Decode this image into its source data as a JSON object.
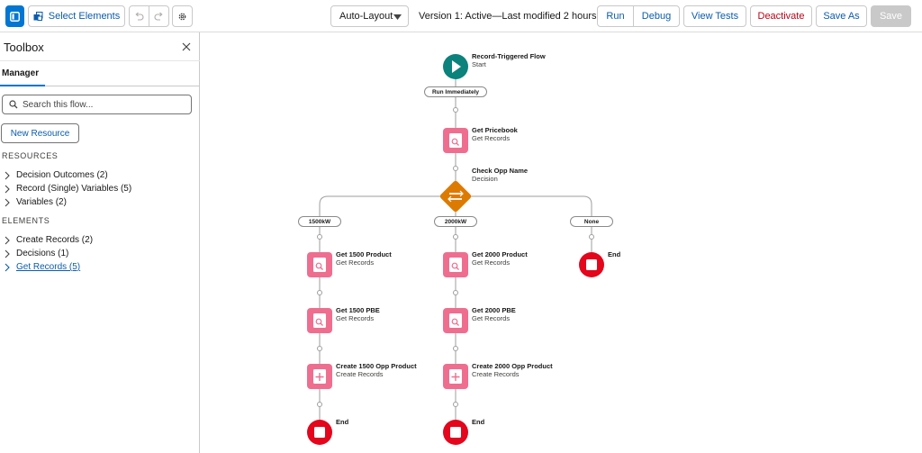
{
  "toolbar": {
    "select_elements_label": "Select Elements",
    "layout_select_value": "Auto-Layout",
    "version_text": "Version 1: Active—Last modified 2 hours ago",
    "run_label": "Run",
    "debug_label": "Debug",
    "view_tests_label": "View Tests",
    "deactivate_label": "Deactivate",
    "save_as_label": "Save As",
    "save_label": "Save"
  },
  "sidebar": {
    "title": "Toolbox",
    "tab_label": "Manager",
    "search_placeholder": "Search this flow...",
    "new_resource_label": "New Resource",
    "resources_heading": "RESOURCES",
    "resources": [
      {
        "label": "Decision Outcomes (2)"
      },
      {
        "label": "Record (Single) Variables (5)"
      },
      {
        "label": "Variables (2)"
      }
    ],
    "elements_heading": "ELEMENTS",
    "elements": [
      {
        "label": "Create Records (2)"
      },
      {
        "label": "Decisions (1)"
      },
      {
        "label": "Get Records (5)"
      }
    ]
  },
  "flow": {
    "start": {
      "title": "Record-Triggered Flow",
      "subtitle": "Start"
    },
    "run_pill": "Run Immediately",
    "get_pricebook": {
      "title": "Get Pricebook",
      "subtitle": "Get Records"
    },
    "decision": {
      "title": "Check Opp Name",
      "subtitle": "Decision"
    },
    "outcomes": [
      "1500kW",
      "2000kW",
      "None"
    ],
    "col1": [
      {
        "title": "Get 1500 Product",
        "subtitle": "Get Records"
      },
      {
        "title": "Get 1500 PBE",
        "subtitle": "Get Records"
      },
      {
        "title": "Create 1500 Opp Product",
        "subtitle": "Create Records"
      },
      {
        "title": "End"
      }
    ],
    "col2": [
      {
        "title": "Get 2000 Product",
        "subtitle": "Get Records"
      },
      {
        "title": "Get 2000 PBE",
        "subtitle": "Get Records"
      },
      {
        "title": "Create 2000 Opp Product",
        "subtitle": "Create Records"
      },
      {
        "title": "End"
      }
    ],
    "col3_end": {
      "title": "End"
    }
  },
  "colors": {
    "accent": "#0176d3",
    "start_teal": "#0b827c",
    "get_records_pink": "#ef6e90",
    "decision_orange": "#dd7a01",
    "end_red": "#e3061c"
  }
}
